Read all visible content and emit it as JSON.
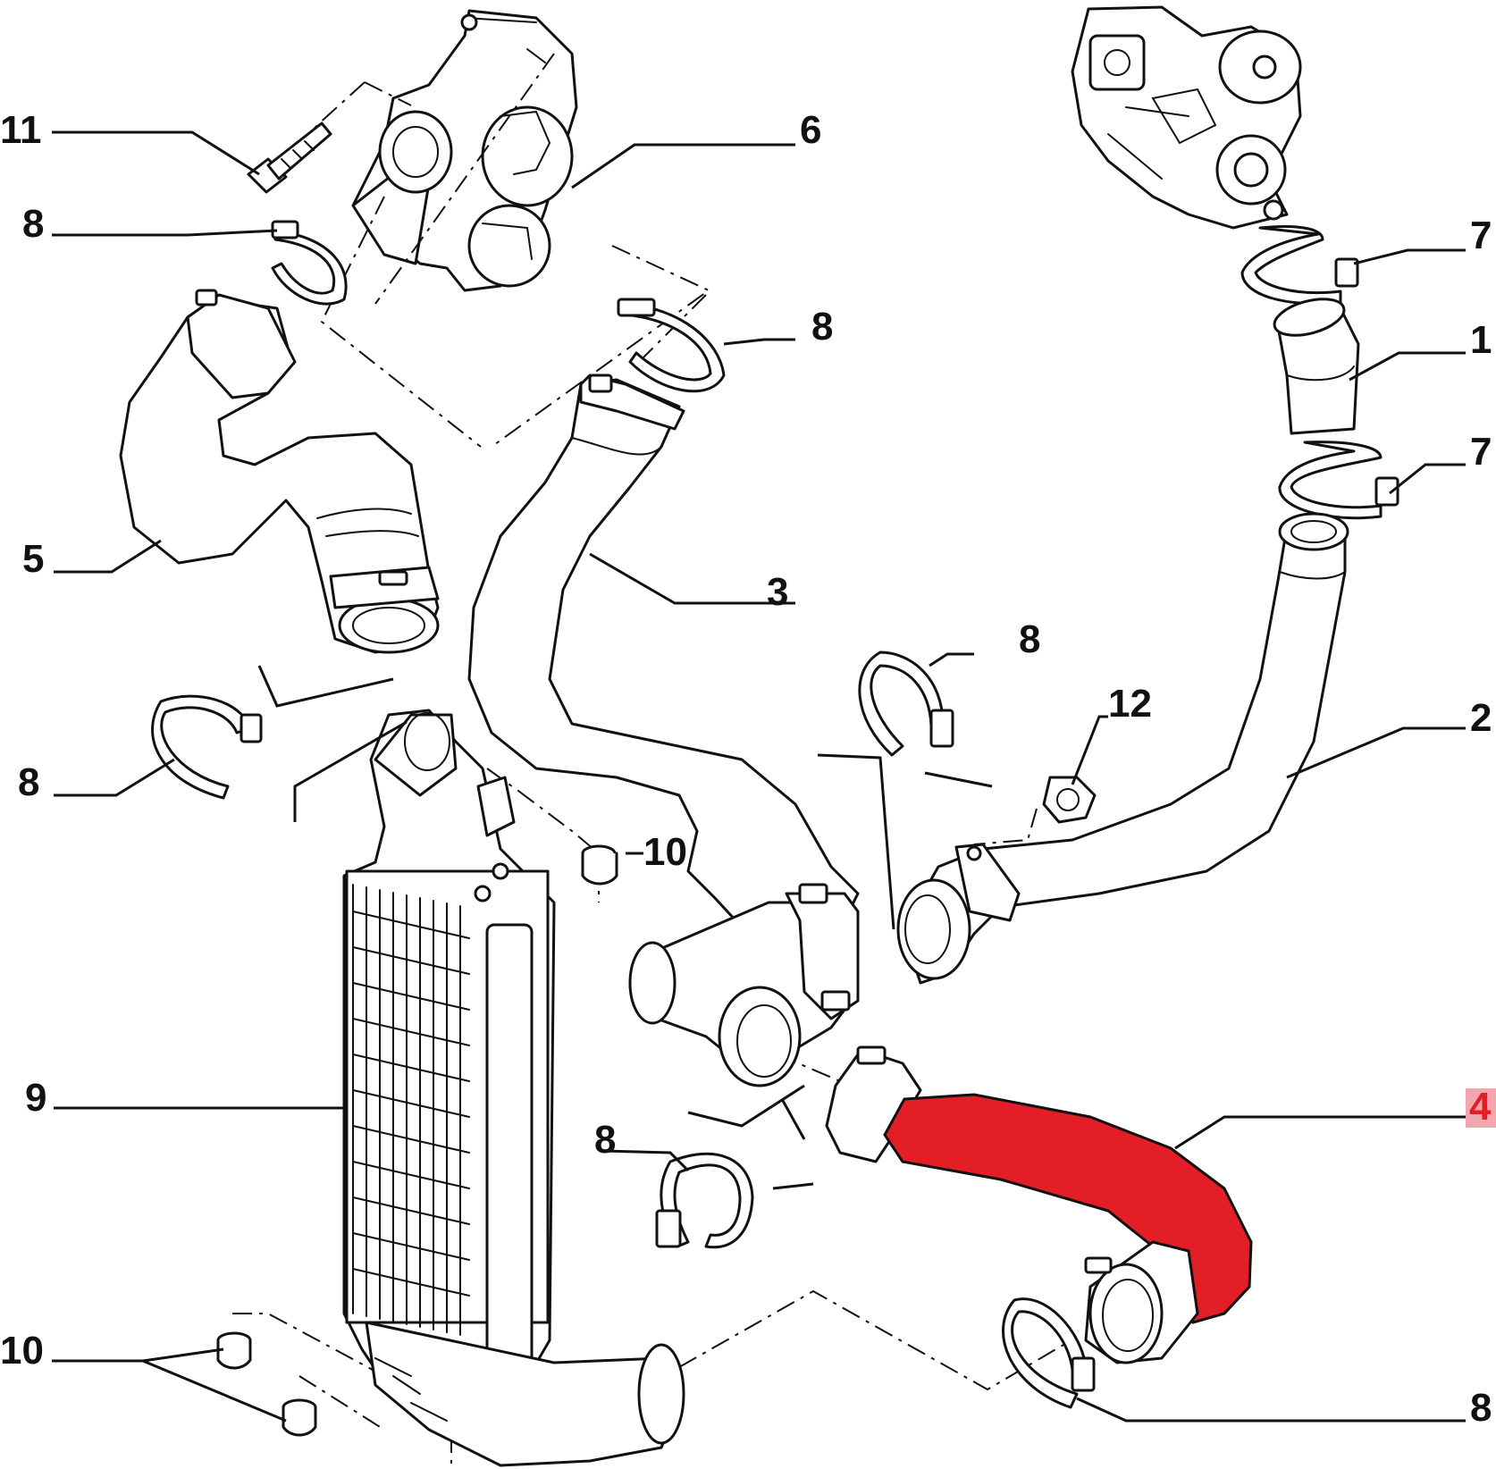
{
  "diagram": {
    "accent_color": "#e41e26",
    "highlight_color": "#f2a6ad",
    "highlighted_part": "4",
    "callouts": {
      "c1": "1",
      "c2": "2",
      "c3": "3",
      "c4": "4",
      "c5": "5",
      "c6": "6",
      "c7a": "7",
      "c7b": "7",
      "c8a": "8",
      "c8b": "8",
      "c8c": "8",
      "c8d": "8",
      "c8e": "8",
      "c8f": "8",
      "c9": "9",
      "c10a": "10",
      "c10b": "10",
      "c11": "11",
      "c12": "12"
    }
  }
}
